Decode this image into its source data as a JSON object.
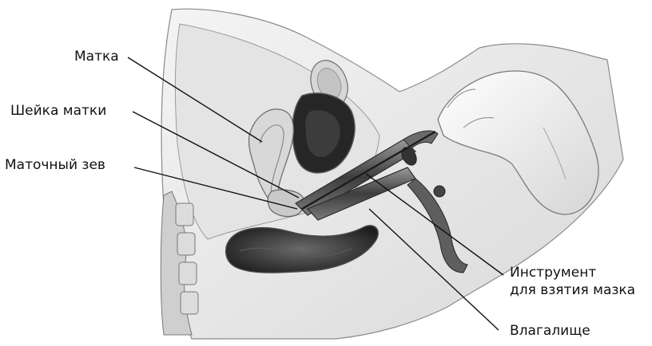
{
  "labels": {
    "uterus": "Матка",
    "cervix": "Шейка матки",
    "os": "Маточный зев",
    "instrument_line1": "Инструмент",
    "instrument_line2": "для взятия мазка",
    "vagina": "Влагалище"
  },
  "illustration": {
    "subject": "sagittal-section-pelvis-with-speculum",
    "colors": {
      "skin": "#efefef",
      "tissue": "#cfcfcf",
      "dark": "#2a2a2a",
      "outline": "#6e6e6e",
      "metal": "#555555"
    }
  }
}
